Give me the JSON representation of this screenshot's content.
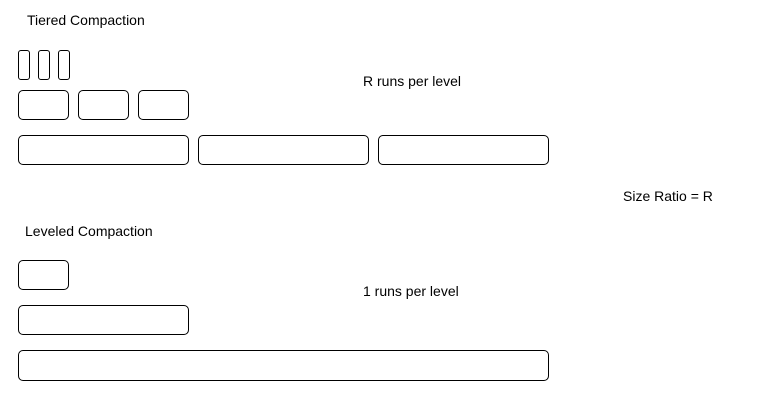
{
  "tiered": {
    "title": "Tiered Compaction",
    "runs_label": "R runs per level",
    "levels": [
      {
        "runs": 3
      },
      {
        "runs": 3
      },
      {
        "runs": 3
      }
    ]
  },
  "size_ratio_label": "Size Ratio = R",
  "leveled": {
    "title": "Leveled Compaction",
    "runs_label": "1 runs per level",
    "levels": [
      {
        "runs": 1
      },
      {
        "runs": 1
      },
      {
        "runs": 1
      }
    ]
  }
}
